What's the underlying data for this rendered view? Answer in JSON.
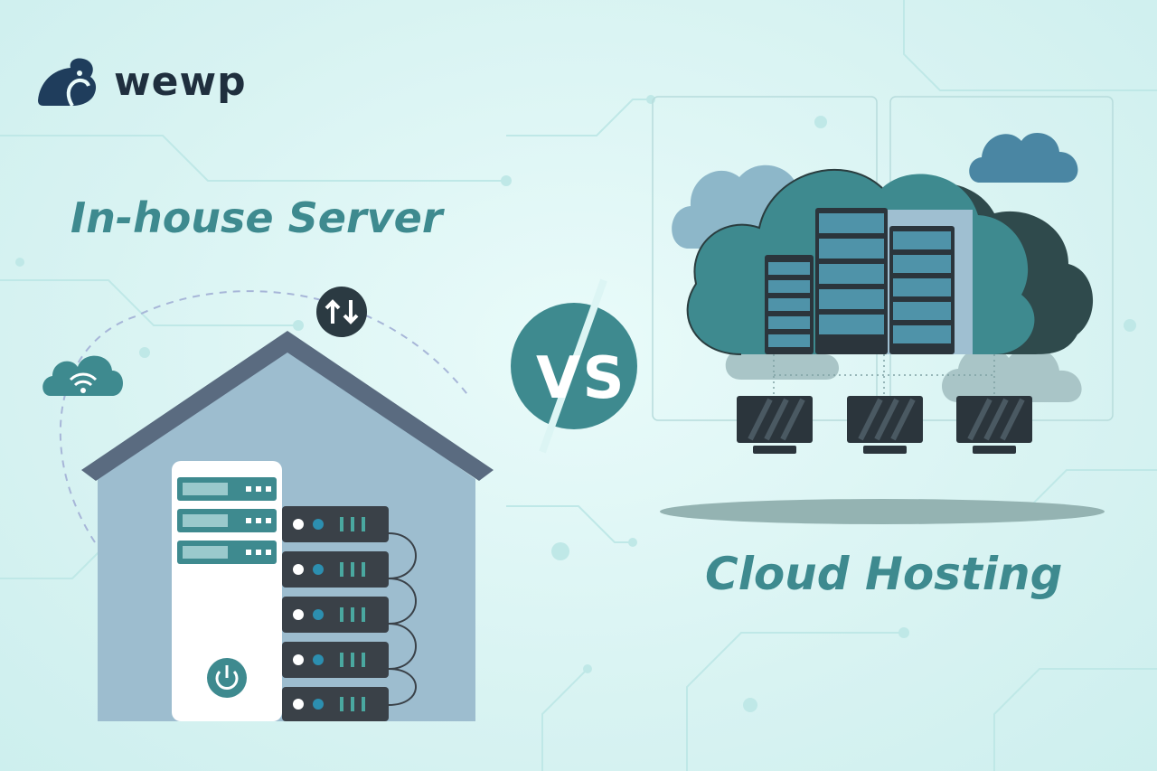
{
  "brand": {
    "name": "wewp",
    "logo_icon": "elephant-icon"
  },
  "left_panel": {
    "title": "In-house Server"
  },
  "versus": {
    "label": "VS"
  },
  "right_panel": {
    "title": "Cloud Hosting"
  },
  "colors": {
    "background": "#dcf5f4",
    "teal": "#3e8a8f",
    "teal_dark": "#2f6b6e",
    "slate": "#5d7285",
    "house_wall": "#9dbdcf",
    "server_dark": "#3a4148",
    "navy": "#1f2f3e"
  },
  "icons": [
    "wifi-cloud-icon",
    "transfer-arrows-icon",
    "power-icon",
    "server-rack-icon",
    "monitor-icon",
    "cloud-icon"
  ]
}
